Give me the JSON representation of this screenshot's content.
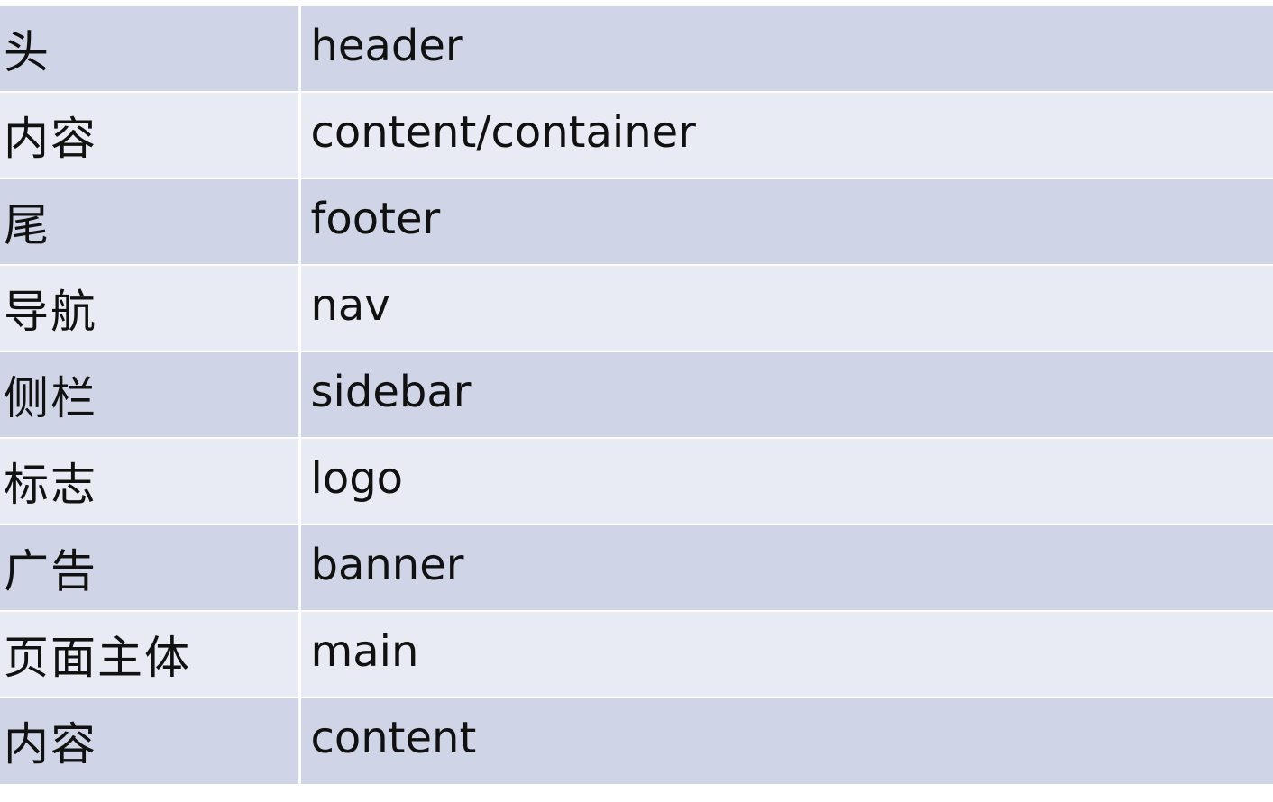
{
  "rows": [
    {
      "term": "头",
      "value": "header"
    },
    {
      "term": "内容",
      "value": "content/container"
    },
    {
      "term": "尾",
      "value": "footer"
    },
    {
      "term": "导航",
      "value": "nav"
    },
    {
      "term": "侧栏",
      "value": "sidebar"
    },
    {
      "term": "标志",
      "value": "logo"
    },
    {
      "term": "广告",
      "value": "banner"
    },
    {
      "term": "页面主体",
      "value": "main"
    },
    {
      "term": "内容",
      "value": "content"
    }
  ],
  "colors": {
    "row_dark": "#cfd5e6",
    "row_light": "#e8ebf3",
    "border": "#ffffff",
    "text": "#111111"
  }
}
